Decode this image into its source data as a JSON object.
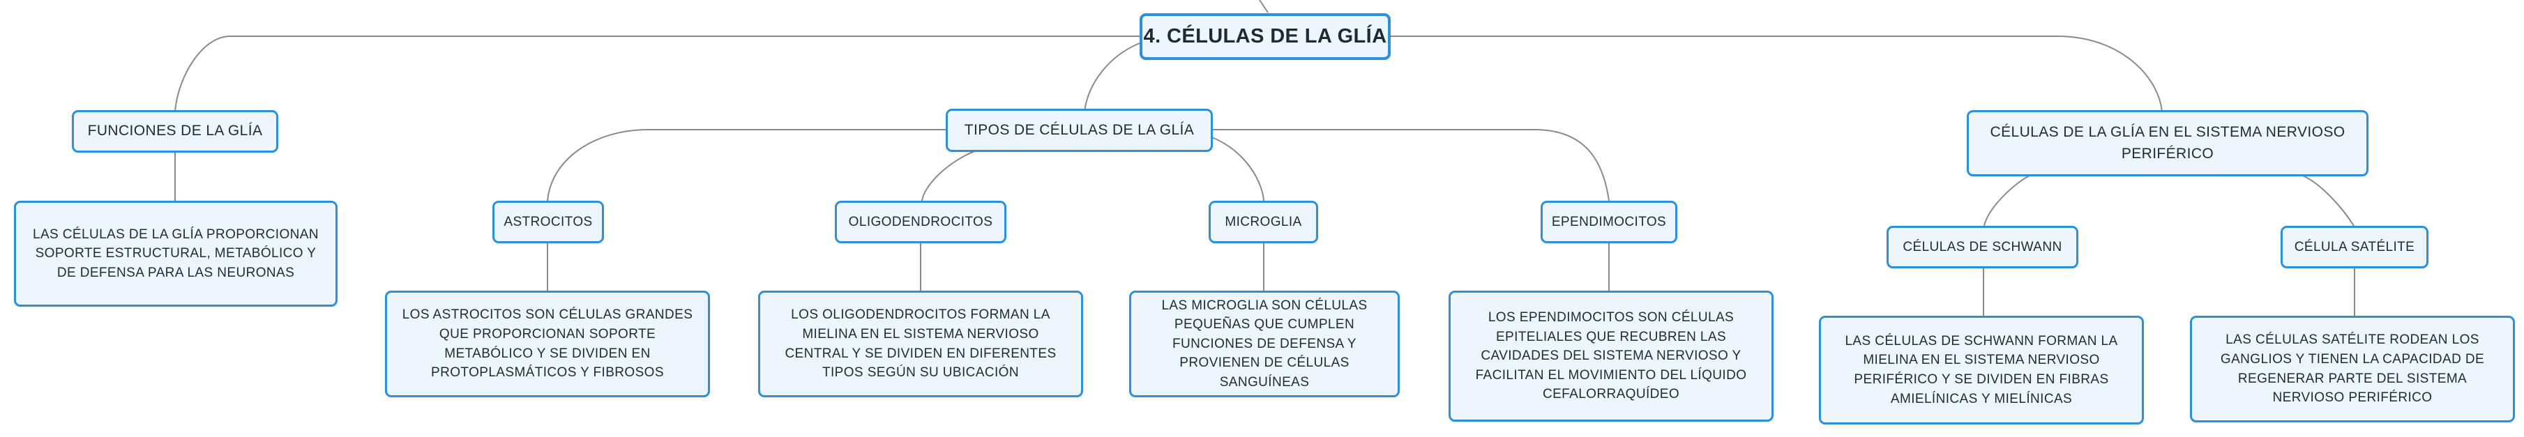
{
  "root": {
    "label": "4. CÉLULAS DE LA GLÍA"
  },
  "funciones": {
    "label": "FUNCIONES DE LA GLÍA",
    "text": "LAS CÉLULAS DE LA GLÍA PROPORCIONAN SOPORTE ESTRUCTURAL, METABÓLICO Y DE DEFENSA PARA LAS NEURONAS"
  },
  "tipos": {
    "label": "TIPOS DE CÉLULAS DE LA GLÍA",
    "astrocitos": {
      "label": "ASTROCITOS",
      "text": "LOS ASTROCITOS SON CÉLULAS GRANDES QUE PROPORCIONAN SOPORTE METABÓLICO Y SE DIVIDEN EN PROTOPLASMÁTICOS Y FIBROSOS"
    },
    "oligodendrocitos": {
      "label": "OLIGODENDROCITOS",
      "text": "LOS OLIGODENDROCITOS FORMAN LA MIELINA EN EL SISTEMA NERVIOSO CENTRAL Y SE DIVIDEN EN DIFERENTES TIPOS SEGÚN SU UBICACIÓN"
    },
    "microglia": {
      "label": "MICROGLIA",
      "text": "LAS MICROGLIA SON CÉLULAS PEQUEÑAS QUE CUMPLEN FUNCIONES DE DEFENSA Y PROVIENEN DE CÉLULAS SANGUÍNEAS"
    },
    "ependimocitos": {
      "label": "EPENDIMOCITOS",
      "text": "LOS EPENDIMOCITOS SON CÉLULAS EPITELIALES QUE RECUBREN LAS CAVIDADES DEL SISTEMA NERVIOSO Y FACILITAN EL MOVIMIENTO DEL LÍQUIDO CEFALORRAQUÍDEO"
    }
  },
  "periferico": {
    "label": "CÉLULAS DE LA GLÍA EN EL SISTEMA NERVIOSO PERIFÉRICO",
    "schwann": {
      "label": "CÉLULAS DE SCHWANN",
      "text": "LAS CÉLULAS DE SCHWANN FORMAN LA MIELINA EN EL SISTEMA NERVIOSO PERIFÉRICO Y SE DIVIDEN EN FIBRAS AMIELÍNICAS Y MIELÍNICAS"
    },
    "satelite": {
      "label": "CÉLULA SATÉLITE",
      "text": "LAS CÉLULAS SATÉLITE RODEAN LOS GANGLIOS Y TIENEN LA CAPACIDAD DE REGENERAR PARTE DEL SISTEMA NERVIOSO PERIFÉRICO"
    }
  },
  "colors": {
    "border": "#2f8fd8",
    "fill": "#eef6fd",
    "link": "#8a8a8a"
  }
}
